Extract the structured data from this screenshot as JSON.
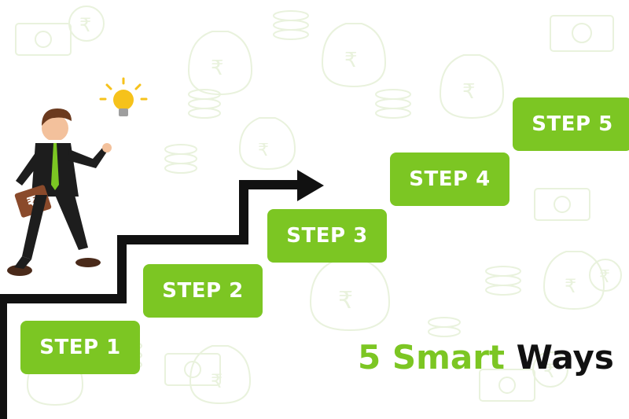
{
  "colors": {
    "accent_green": "#7cc623",
    "dark": "#111111",
    "pattern": "#e9f2dd",
    "bulb": "#f6c21b",
    "suit": "#1d1d1d",
    "skin": "#f3c19c",
    "briefcase": "#8a4a2b"
  },
  "steps": [
    {
      "label": "STEP 1"
    },
    {
      "label": "STEP 2"
    },
    {
      "label": "STEP 3"
    },
    {
      "label": "STEP 4"
    },
    {
      "label": "STEP 5"
    }
  ],
  "tagline": {
    "part1": "5 Smart",
    "part2": "Ways"
  },
  "briefcase_symbol": "₹",
  "icons": [
    "lightbulb-icon",
    "arrow-right-icon",
    "rupee-icon",
    "money-bag-icon",
    "coin-stack-icon"
  ]
}
